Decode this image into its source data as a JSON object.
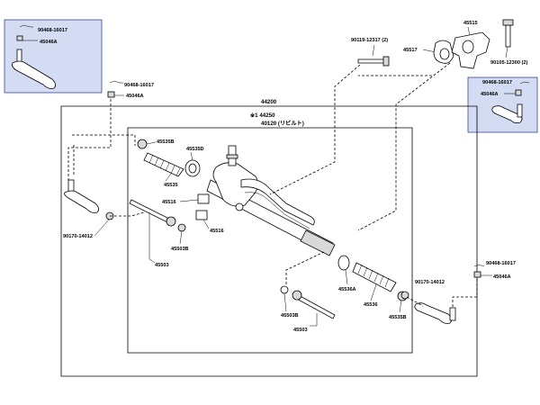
{
  "labels": {
    "p44200": "44200",
    "p44250": "※1 44250",
    "p40120": "40120 (リビルト)",
    "p45535B_top": "45535B",
    "p45535D": "45535D",
    "p45535": "45535",
    "p45516_a": "45516",
    "p45516_b": "45516",
    "p45503B_a": "45503B",
    "p45503_a": "45503",
    "p45503B_b": "45503B",
    "p45503_b": "45503",
    "p45536A": "45536A",
    "p45536": "45536",
    "p45535B_bot": "45535B",
    "p90170_left": "90170-14012",
    "p90170_right": "90170-14012",
    "p90468_left": "90468-16017",
    "p45046A_left": "45046A",
    "p90468_right": "90468-16017",
    "p45046A_right": "45046A",
    "p90119": "90119-12317 (2)",
    "p45517": "45517",
    "p45515": "45515",
    "p90105": "90105-12300 (2)",
    "inset_left_a": "90468-16017",
    "inset_left_b": "45046A",
    "inset_right_a": "90468-16017",
    "inset_right_b": "45046A"
  },
  "colors": {
    "inset_fill": "#d3dcf2",
    "inset_border": "#3a4a90",
    "line": "#000000"
  }
}
